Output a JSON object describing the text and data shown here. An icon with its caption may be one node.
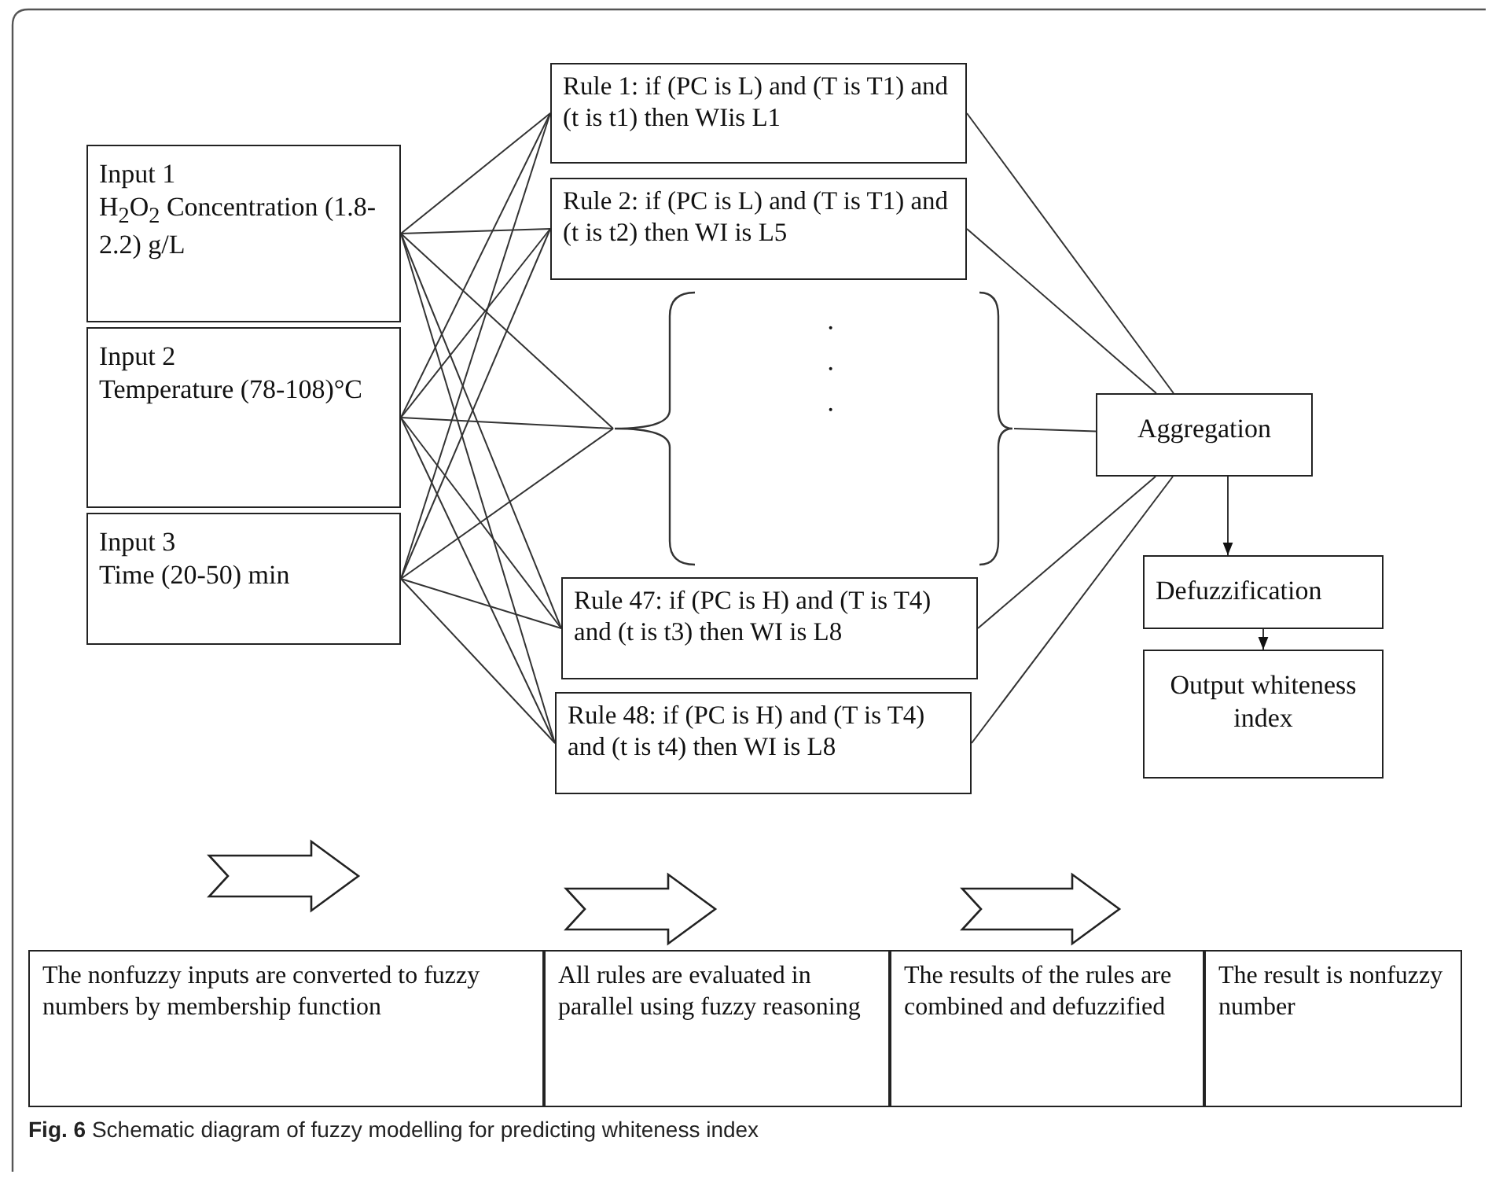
{
  "diagram": {
    "caption": "**Fig. 6** Schematic diagram of fuzzy modelling for predicting whiteness index",
    "nodes": [
      {
        "text": [
          "Input 1",
          "H$_{2}$O$_{2}$ Concentration (1.8-2.2) g/L"
        ]
      },
      {
        "text": [
          "Input 2",
          "Temperature (78-108)°C"
        ]
      },
      {
        "text": [
          "Input 3",
          "Time (20-50) min"
        ]
      },
      {
        "text": [
          "Rule 1: if (PC is L) and (T is T1) and (t is t1) then WIis L1"
        ]
      },
      {
        "text": [
          "Rule 2: if (PC is L) and (T is T1) and (t is t2) then WI is L5"
        ]
      },
      {
        "text": [
          "·",
          "·",
          "·"
        ]
      },
      {
        "text": [
          "Rule 47: if (PC is H) and (T is T4) and (t is t3) then WI is L8"
        ]
      },
      {
        "text": [
          "Rule 48: if (PC is H) and (T is T4) and (t is t4) then WI is L8"
        ]
      },
      {
        "text": [
          "Aggregation"
        ]
      },
      {
        "text": [
          "Defuzzification"
        ]
      },
      {
        "text": [
          "Output whiteness index"
        ]
      },
      {
        "text": [
          "The nonfuzzy inputs are converted to fuzzy numbers by membership function"
        ]
      },
      {
        "text": [
          "All rules are evaluated in parallel using fuzzy reasoning"
        ]
      },
      {
        "text": [
          "The results of the rules are combined and defuzzified"
        ]
      },
      {
        "text": [
          "The result is nonfuzzy number"
        ]
      }
    ],
    "edges": [
      {
        "from": 0,
        "to": 3,
        "arrow": "none"
      },
      {
        "from": 0,
        "to": 4,
        "arrow": "none"
      },
      {
        "from": 0,
        "to": 5,
        "arrow": "none"
      },
      {
        "from": 0,
        "to": 6,
        "arrow": "none"
      },
      {
        "from": 0,
        "to": 7,
        "arrow": "none"
      },
      {
        "from": 1,
        "to": 3,
        "arrow": "none"
      },
      {
        "from": 1,
        "to": 4,
        "arrow": "none"
      },
      {
        "from": 1,
        "to": 5,
        "arrow": "none"
      },
      {
        "from": 1,
        "to": 6,
        "arrow": "none"
      },
      {
        "from": 1,
        "to": 7,
        "arrow": "none"
      },
      {
        "from": 2,
        "to": 3,
        "arrow": "none"
      },
      {
        "from": 2,
        "to": 4,
        "arrow": "none"
      },
      {
        "from": 2,
        "to": 5,
        "arrow": "none"
      },
      {
        "from": 2,
        "to": 6,
        "arrow": "none"
      },
      {
        "from": 2,
        "to": 7,
        "arrow": "none"
      },
      {
        "from": 3,
        "to": 8,
        "arrow": "none"
      },
      {
        "from": 4,
        "to": 8,
        "arrow": "none"
      },
      {
        "from": 5,
        "to": 8,
        "arrow": "none"
      },
      {
        "from": 6,
        "to": 8,
        "arrow": "none"
      },
      {
        "from": 7,
        "to": 8,
        "arrow": "none"
      },
      {
        "from": 8,
        "to": 9,
        "arrow": "to"
      },
      {
        "from": 9,
        "to": 10,
        "arrow": "to"
      }
    ]
  }
}
